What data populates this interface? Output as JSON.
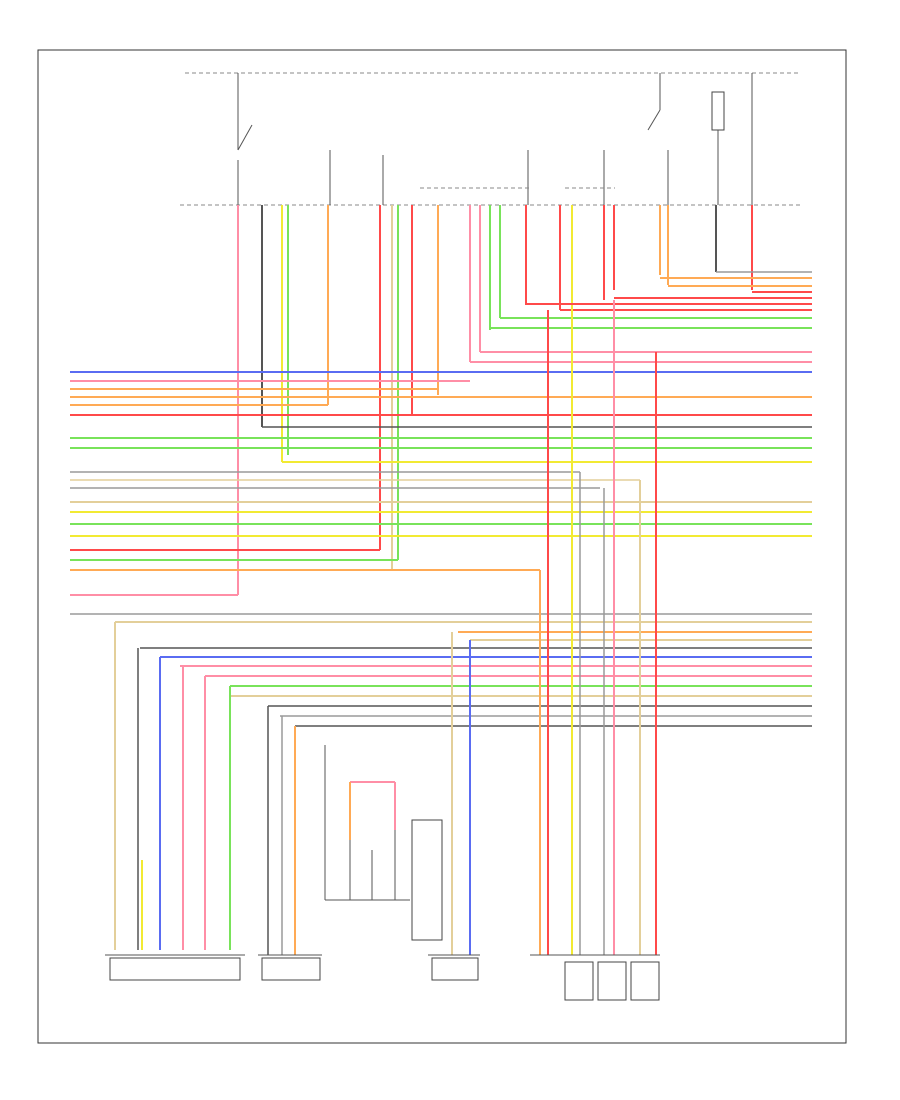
{
  "diagram": {
    "footer_code": "",
    "connectors": [
      {
        "name": "accelerator-sensor",
        "caption_lines": [
          "",
          "",
          "",
          ""
        ]
      },
      {
        "name": "oil-pressure-sensor",
        "caption_lines": [
          "",
          "",
          ""
        ]
      },
      {
        "name": "fuel-tank-pressure-sensor",
        "caption_lines": [
          "",
          "",
          ""
        ]
      },
      {
        "name": "ignition-coils",
        "caption_lines": [
          "",
          "",
          "",
          ""
        ]
      }
    ]
  },
  "colors": {
    "red": "#ff4a4a",
    "pink": "#ff8ea6",
    "orange": "#ffaa55",
    "yellow": "#f2ea33",
    "green": "#79e35a",
    "blue": "#5a6cf2",
    "gray": "#9a9a9a",
    "tan": "#e3cf9a",
    "black": "#555555"
  }
}
